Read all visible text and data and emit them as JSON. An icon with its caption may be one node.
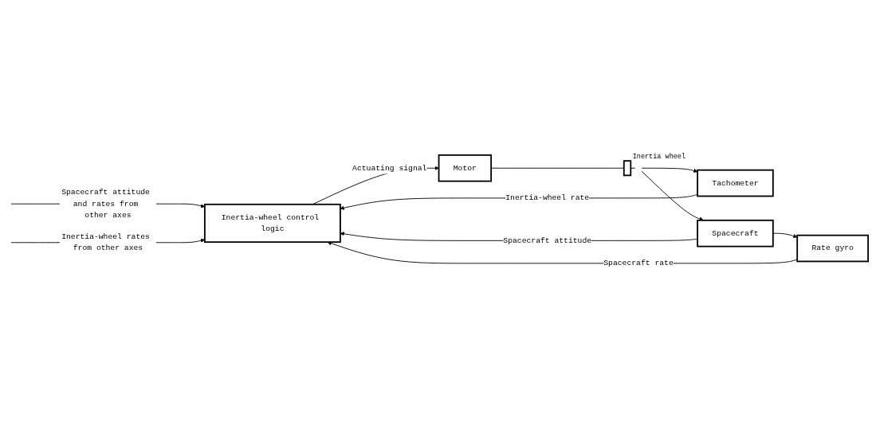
{
  "diagram": {
    "nodes": [
      {
        "text": [
          "Inertia-wheel control logic"
        ]
      },
      {
        "text": [
          "Motor"
        ]
      },
      {
        "text": [],
        "shape": "bar",
        "beside": [
          "Inertia wheel"
        ]
      },
      {
        "text": [
          "Tachometer"
        ]
      },
      {
        "text": [
          "Spacecraft"
        ]
      },
      {
        "text": [
          "Rate gyro"
        ]
      }
    ],
    "edges": [
      {
        "from": null,
        "to": 0,
        "arrow": "to",
        "label": "Spacecraft attitude and rates from other axes"
      },
      {
        "from": null,
        "to": 0,
        "arrow": "to",
        "label": "Inertia-wheel rates from other axes"
      },
      {
        "from": 0,
        "to": 1,
        "arrow": "to",
        "label": "Actuating signal"
      },
      {
        "from": 1,
        "to": 2,
        "arrow": "none"
      },
      {
        "from": 2,
        "to": 3,
        "arrow": "to"
      },
      {
        "from": 2,
        "to": 4,
        "arrow": "to"
      },
      {
        "from": 3,
        "to": 0,
        "arrow": "to",
        "label": "Inertia-wheel rate"
      },
      {
        "from": 4,
        "to": 5,
        "arrow": "to"
      },
      {
        "from": 5,
        "to": 0,
        "arrow": "to",
        "label": "Spacecraft rate"
      },
      {
        "from": 4,
        "to": 0,
        "arrow": "to",
        "label": "Spacecraft attitude"
      }
    ]
  }
}
